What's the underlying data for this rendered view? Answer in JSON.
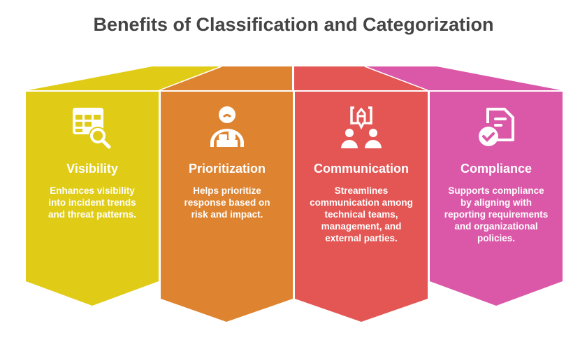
{
  "title": "Benefits of Classification and Categorization",
  "items": [
    {
      "title": "Visibility",
      "description": "Enhances visibility into incident trends and threat patterns.",
      "color": "#E0CC17",
      "icon": "table-search-icon"
    },
    {
      "title": "Prioritization",
      "description": "Helps prioritize response based on risk and impact.",
      "color": "#DE8330",
      "icon": "person-desk-icon"
    },
    {
      "title": "Communication",
      "description": "Streamlines communication among technical teams, management, and external parties.",
      "color": "#E35654",
      "icon": "people-chat-icon"
    },
    {
      "title": "Compliance",
      "description": "Supports compliance by aligning with reporting requirements and organizational policies.",
      "color": "#DB58A8",
      "icon": "document-check-icon"
    }
  ]
}
